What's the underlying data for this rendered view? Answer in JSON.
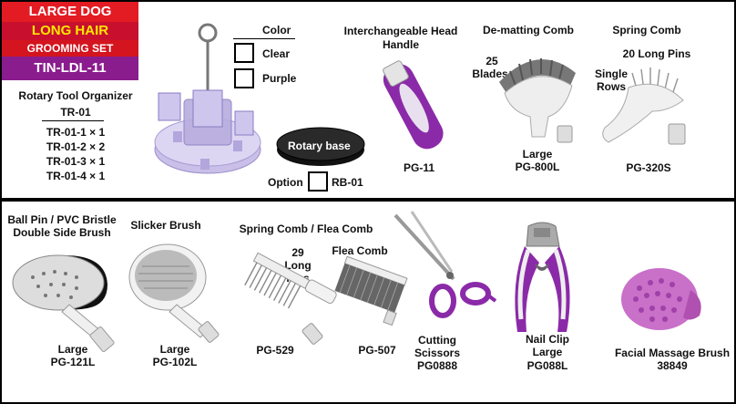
{
  "banner": {
    "line1": "LARGE DOG",
    "line2": "LONG HAIR",
    "line3": "GROOMING SET",
    "line4": "TIN-LDL-11"
  },
  "organizer": {
    "title": "Rotary Tool Organizer",
    "code": "TR-01",
    "parts": [
      "TR-01-1 × 1",
      "TR-01-2 × 2",
      "TR-01-3 × 1",
      "TR-01-4 × 1"
    ]
  },
  "color": {
    "title": "Color",
    "options": [
      "Clear",
      "Purple"
    ]
  },
  "rotary_base": {
    "label": "Rotary base",
    "option_label": "Option",
    "code": "RB-01"
  },
  "products": {
    "handle": {
      "title_line1": "Interchangeable Head",
      "title_line2": "Handle",
      "code": "PG-11"
    },
    "dematting": {
      "title": "De-matting Comb",
      "blades_line1": "25",
      "blades_line2": "Blades",
      "size": "Large",
      "code": "PG-800L"
    },
    "spring_comb": {
      "title": "Spring Comb",
      "pins": "20 Long Pins",
      "rows_line1": "Single",
      "rows_line2": "Rows",
      "code": "PG-320S"
    },
    "ball_pin": {
      "title_line1": "Ball Pin / PVC Bristle",
      "title_line2": "Double Side Brush",
      "size": "Large",
      "code": "PG-121L"
    },
    "slicker": {
      "title": "Slicker Brush",
      "size": "Large",
      "code": "PG-102L"
    },
    "spring_flea": {
      "title": "Spring Comb / Flea Comb",
      "pins_line1": "29",
      "pins_line2": "Long",
      "pins_line3": "Pins",
      "code": "PG-529"
    },
    "flea": {
      "title": "Flea Comb",
      "code": "PG-507"
    },
    "scissors": {
      "name_line1": "Cutting",
      "name_line2": "Scissors",
      "code": "PG0888"
    },
    "nail_clip": {
      "name_line1": "Nail Clip",
      "name_line2": "Large",
      "code": "PG088L"
    },
    "massage": {
      "name": "Facial Massage Brush",
      "code": "38849"
    }
  },
  "colors": {
    "purple": "#8b2aa8",
    "red": "#e31b23",
    "yellow": "#ffe600"
  }
}
